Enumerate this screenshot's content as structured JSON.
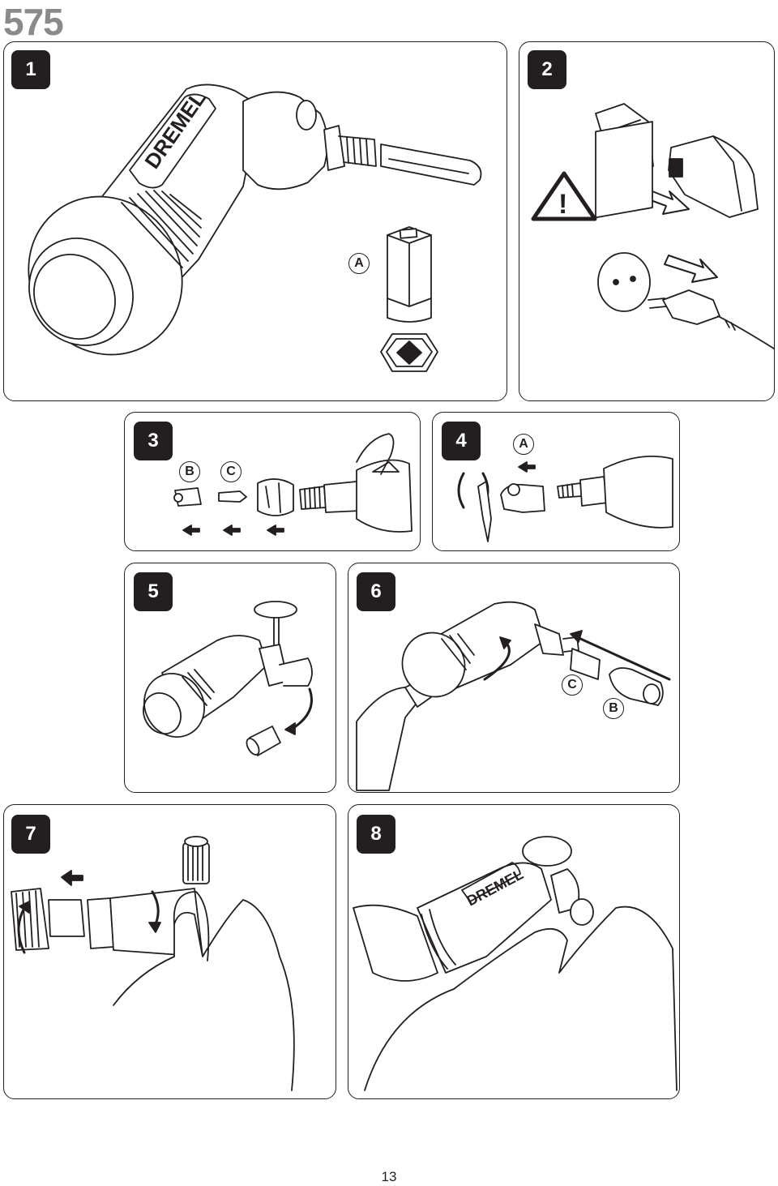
{
  "page": {
    "model_number": "575",
    "page_number": "13"
  },
  "panels": [
    {
      "step": "1",
      "callouts": [
        "A"
      ]
    },
    {
      "step": "2",
      "callouts": []
    },
    {
      "step": "3",
      "callouts": [
        "B",
        "C"
      ]
    },
    {
      "step": "4",
      "callouts": [
        "A"
      ]
    },
    {
      "step": "5",
      "callouts": []
    },
    {
      "step": "6",
      "callouts": [
        "C",
        "B"
      ]
    },
    {
      "step": "7",
      "callouts": []
    },
    {
      "step": "8",
      "callouts": []
    }
  ],
  "brand_text": "DREMEL",
  "icons": [
    "warning-triangle-icon",
    "arrow-icon",
    "rotation-arrow-icon"
  ],
  "colors": {
    "ink": "#231f20",
    "paper": "#ffffff",
    "model_gray": "#8a8a8a"
  }
}
